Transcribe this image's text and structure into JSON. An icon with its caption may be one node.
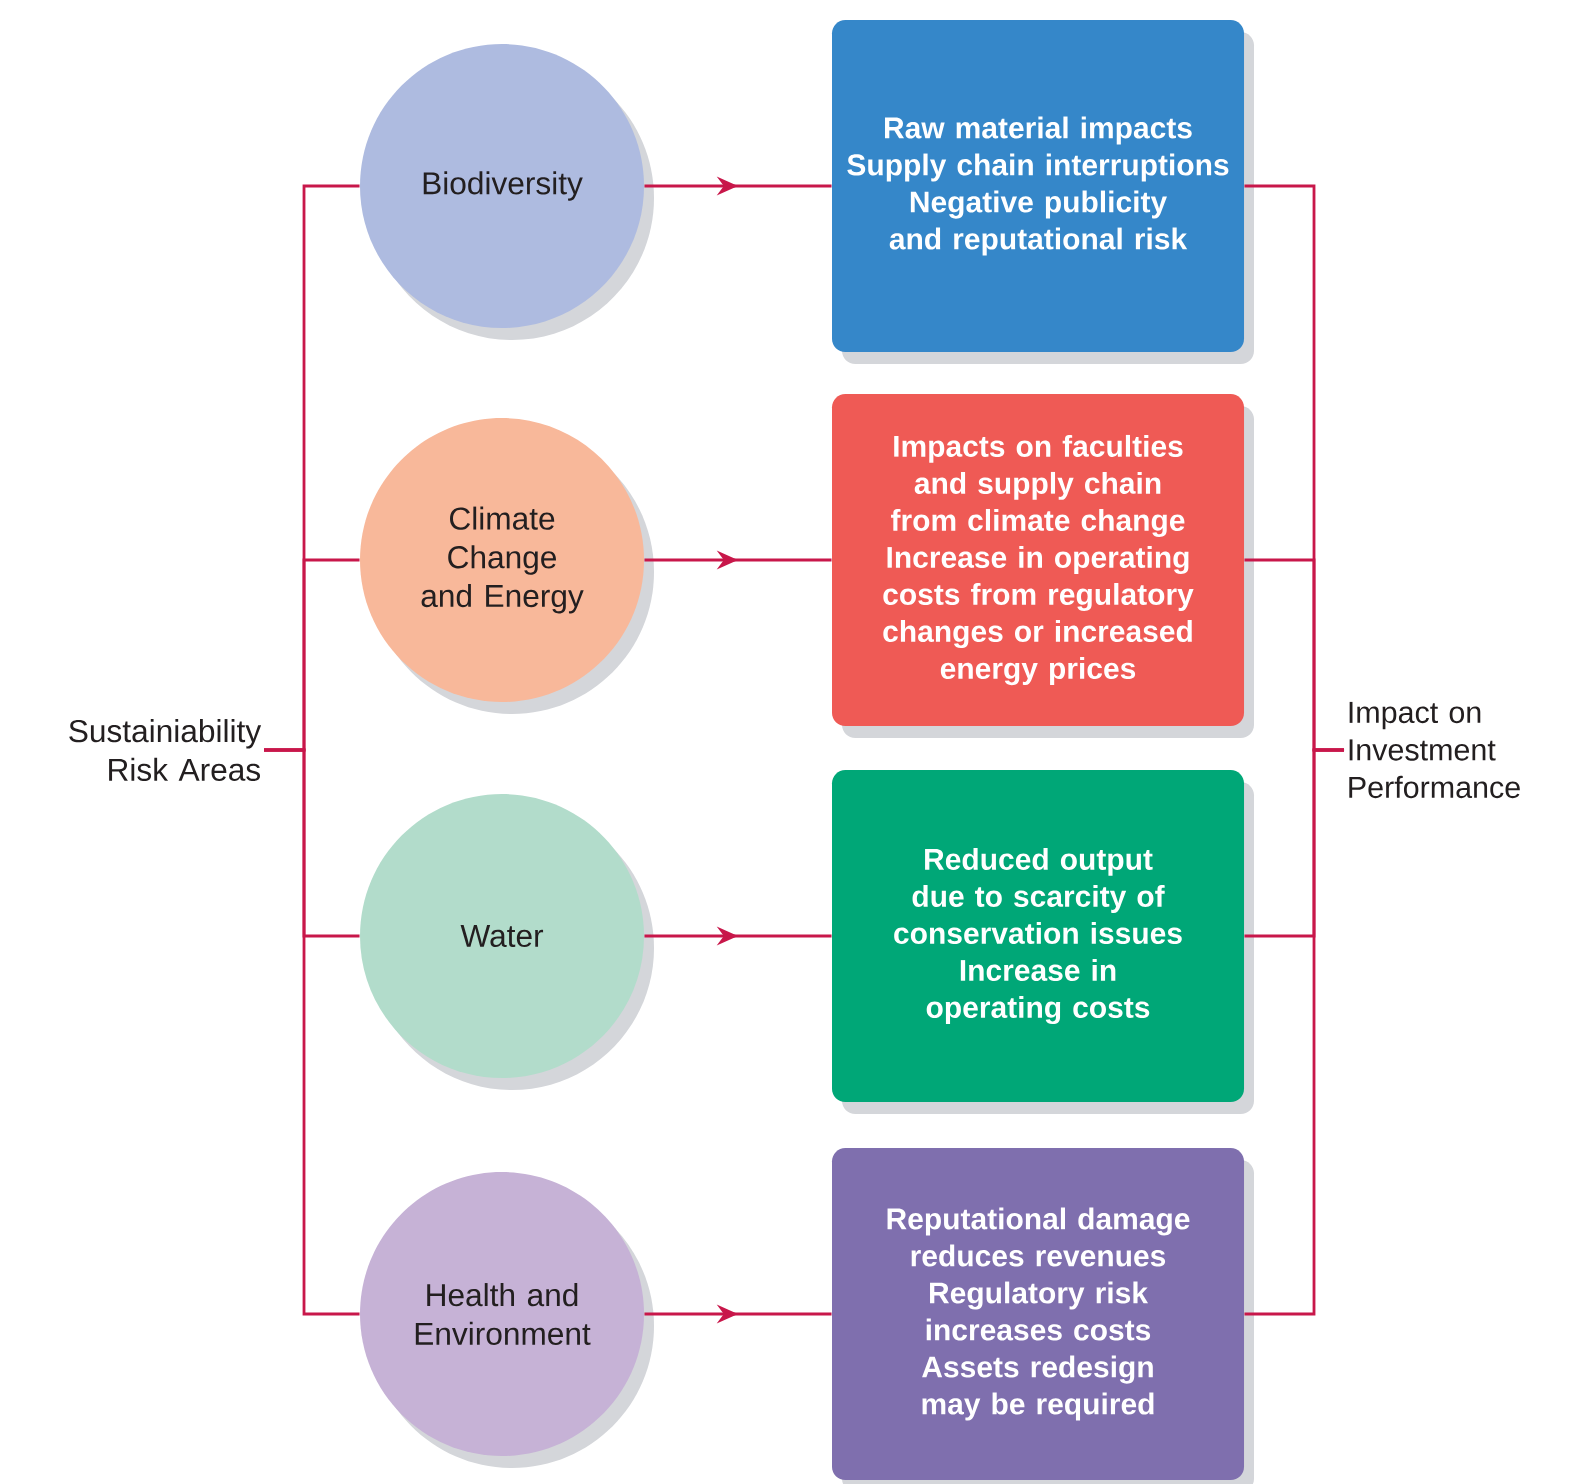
{
  "diagram": {
    "nodes": [
      {
        "text": [
          "Sustainiability Risk Areas"
        ]
      },
      {
        "text": [
          "Biodiversity"
        ]
      },
      {
        "text": [
          "Climate Change and Energy"
        ]
      },
      {
        "text": [
          "Water"
        ]
      },
      {
        "text": [
          "Health and Environment"
        ]
      },
      {
        "text": [
          "Raw material impacts",
          "Supply chain interruptions",
          "Negative publicity and reputational risk"
        ]
      },
      {
        "text": [
          "Impacts on faculties and supply chain from climate change",
          "Increase in operating costs from regulatory changes or increased energy prices"
        ]
      },
      {
        "text": [
          "Reduced output due to scarcity of conservation issues",
          "Increase in operating costs"
        ]
      },
      {
        "text": [
          "Reputational damage reduces revenues",
          "Regulatory risk increases costs",
          "Assets redesign may be required"
        ]
      },
      {
        "text": [
          "Impact on Investment Performance"
        ]
      }
    ],
    "edges": [
      {
        "from": 0,
        "to": 1,
        "arrow": "none"
      },
      {
        "from": 0,
        "to": 2,
        "arrow": "none"
      },
      {
        "from": 0,
        "to": 3,
        "arrow": "none"
      },
      {
        "from": 0,
        "to": 4,
        "arrow": "none"
      },
      {
        "from": 1,
        "to": 5,
        "arrow": "to"
      },
      {
        "from": 2,
        "to": 6,
        "arrow": "to"
      },
      {
        "from": 3,
        "to": 7,
        "arrow": "to"
      },
      {
        "from": 4,
        "to": 8,
        "arrow": "to"
      },
      {
        "from": 5,
        "to": 9,
        "arrow": "none"
      },
      {
        "from": 6,
        "to": 9,
        "arrow": "none"
      },
      {
        "from": 7,
        "to": 9,
        "arrow": "none"
      },
      {
        "from": 8,
        "to": 9,
        "arrow": "none"
      }
    ]
  }
}
